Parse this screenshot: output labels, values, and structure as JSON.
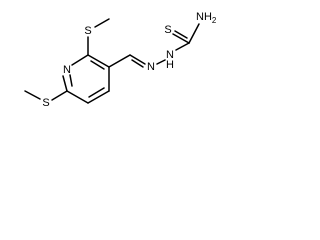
{
  "molecule": {
    "atom_labels": {
      "s_top": "S",
      "s_thioamide": "S",
      "nh2": "NH",
      "nh2_subscript": "2",
      "s_bottom": "S",
      "n_ring": "N",
      "n_imine": "N",
      "nh_hydrazine": "N",
      "h_hydrazine": "H"
    },
    "colors": {
      "bond": "#000000",
      "atom_text": "#000000",
      "background": "#ffffff"
    }
  }
}
